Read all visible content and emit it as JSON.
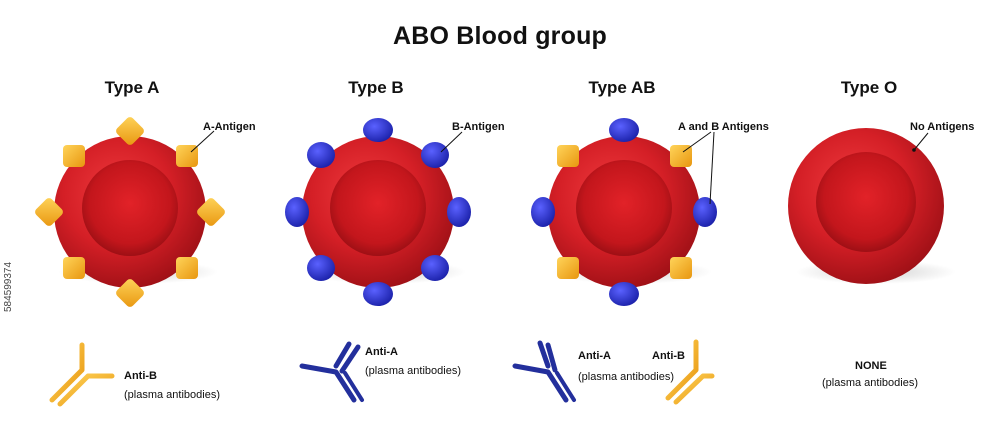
{
  "title": "ABO Blood group",
  "types": [
    {
      "name": "Type A",
      "antigen_label": "A-Antigen",
      "antigens": "A",
      "antibody": {
        "name": "Anti-B",
        "note": "(plasma antibodies)"
      }
    },
    {
      "name": "Type B",
      "antigen_label": "B-Antigen",
      "antigens": "B",
      "antibody": {
        "name": "Anti-A",
        "note": "(plasma antibodies)"
      }
    },
    {
      "name": "Type AB",
      "antigen_label": "A and B Antigens",
      "antigens": "AB",
      "antibodies": [
        {
          "name": "Anti-A"
        },
        {
          "name": "Anti-B"
        }
      ],
      "antibody_note": "(plasma antibodies)"
    },
    {
      "name": "Type O",
      "antigen_label": "No Antigens",
      "antigens": "none",
      "antibody": {
        "name": "NONE",
        "note": "(plasma antibodies)"
      }
    }
  ],
  "stock_id": "584599374",
  "colors": {
    "cell_red": "#d41f26",
    "cell_dark": "#9e1016",
    "a_antigen": "#f5b11d",
    "b_antigen": "#2c33d6",
    "anti_a_antibody": "#232f9c",
    "anti_b_antibody": "#f0a21c"
  }
}
